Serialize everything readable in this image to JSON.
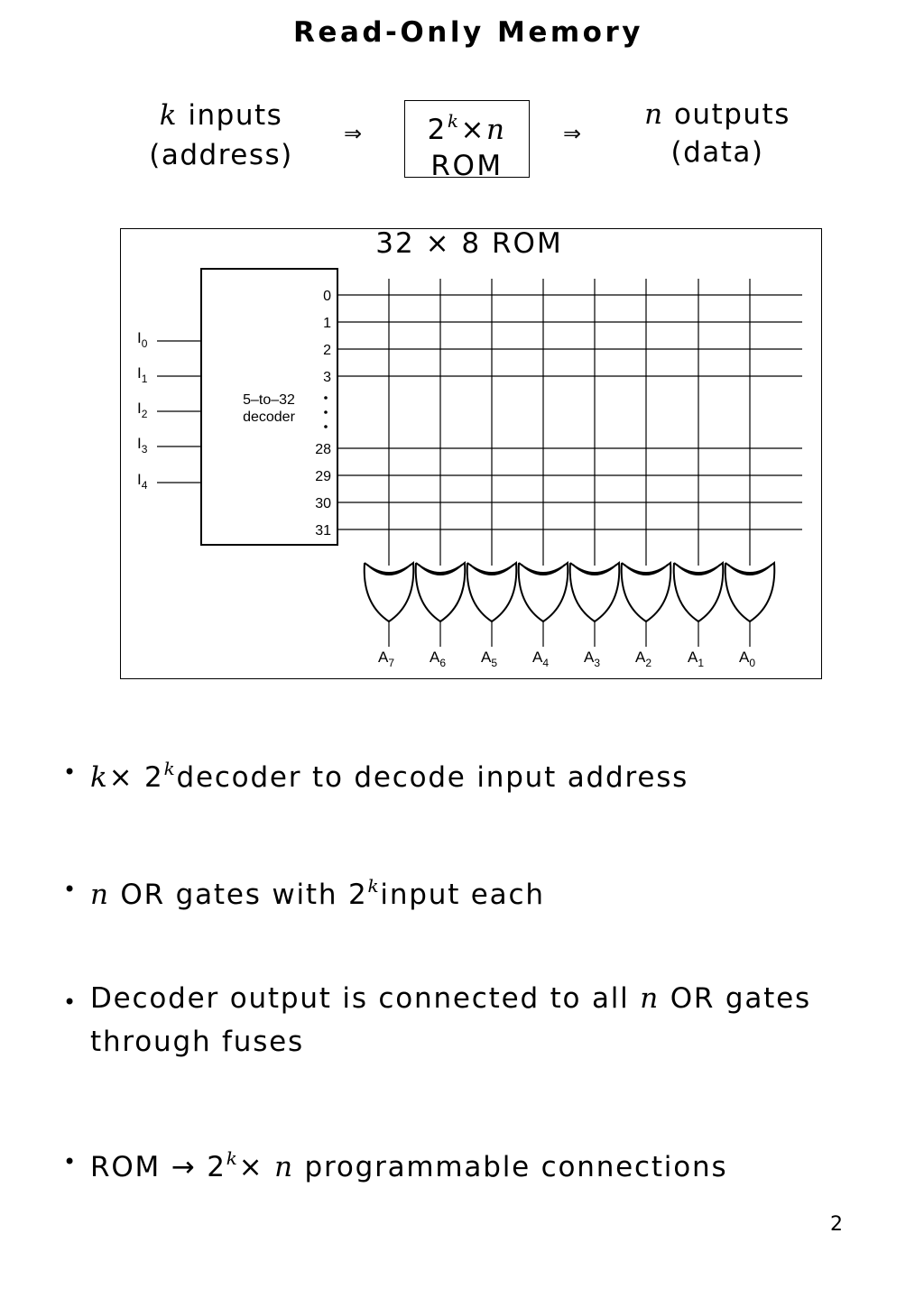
{
  "title": "Read-Only Memory",
  "rom_block": {
    "inputs_var": "k",
    "inputs_label": "inputs",
    "inputs_sub": "(address)",
    "arrow": "⇒",
    "size_base": "2",
    "size_exp": "k",
    "size_times": "×",
    "size_var": "n",
    "box_label": "ROM",
    "outputs_var": "n",
    "outputs_label": "outputs",
    "outputs_sub": "(data)"
  },
  "diagram": {
    "caption": "32 × 8 ROM",
    "decoder_label_line1": "5–to–32",
    "decoder_label_line2": "decoder",
    "decoder_outputs": [
      "0",
      "1",
      "2",
      "3",
      "28",
      "29",
      "30",
      "31"
    ],
    "inputs": [
      {
        "base": "I",
        "sub": "0"
      },
      {
        "base": "I",
        "sub": "1"
      },
      {
        "base": "I",
        "sub": "2"
      },
      {
        "base": "I",
        "sub": "3"
      },
      {
        "base": "I",
        "sub": "4"
      }
    ],
    "outputs": [
      {
        "base": "A",
        "sub": "7"
      },
      {
        "base": "A",
        "sub": "6"
      },
      {
        "base": "A",
        "sub": "5"
      },
      {
        "base": "A",
        "sub": "4"
      },
      {
        "base": "A",
        "sub": "3"
      },
      {
        "base": "A",
        "sub": "2"
      },
      {
        "base": "A",
        "sub": "1"
      },
      {
        "base": "A",
        "sub": "0"
      }
    ]
  },
  "bullets": {
    "dot": "•",
    "b1": {
      "var": "k",
      "times": "×",
      "base": "2",
      "exp": "k",
      "text": "decoder to decode input address"
    },
    "b2": {
      "var": "n",
      "text1": "OR gates with",
      "base": "2",
      "exp": "k",
      "text2": "input each"
    },
    "b3": {
      "text1": "Decoder output is connected to all",
      "var": "n",
      "text2": "OR gates",
      "line2": "through fuses"
    },
    "b4": {
      "text1": "ROM",
      "arrow": "→",
      "base": "2",
      "exp": "k",
      "times": "×",
      "var": "n",
      "text2": "programmable connections"
    }
  },
  "page_number": "2"
}
